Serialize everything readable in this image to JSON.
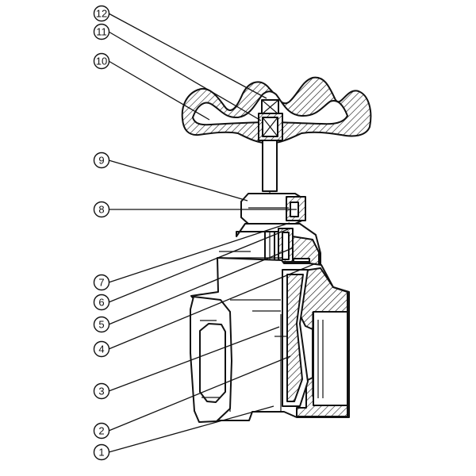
{
  "callouts": [
    {
      "id": "12",
      "label": "12"
    },
    {
      "id": "11",
      "label": "11"
    },
    {
      "id": "10",
      "label": "10"
    },
    {
      "id": "9",
      "label": "9"
    },
    {
      "id": "8",
      "label": "8"
    },
    {
      "id": "7",
      "label": "7"
    },
    {
      "id": "6",
      "label": "6"
    },
    {
      "id": "5",
      "label": "5"
    },
    {
      "id": "4",
      "label": "4"
    },
    {
      "id": "3",
      "label": "3"
    },
    {
      "id": "2",
      "label": "2"
    },
    {
      "id": "1",
      "label": "1"
    }
  ]
}
